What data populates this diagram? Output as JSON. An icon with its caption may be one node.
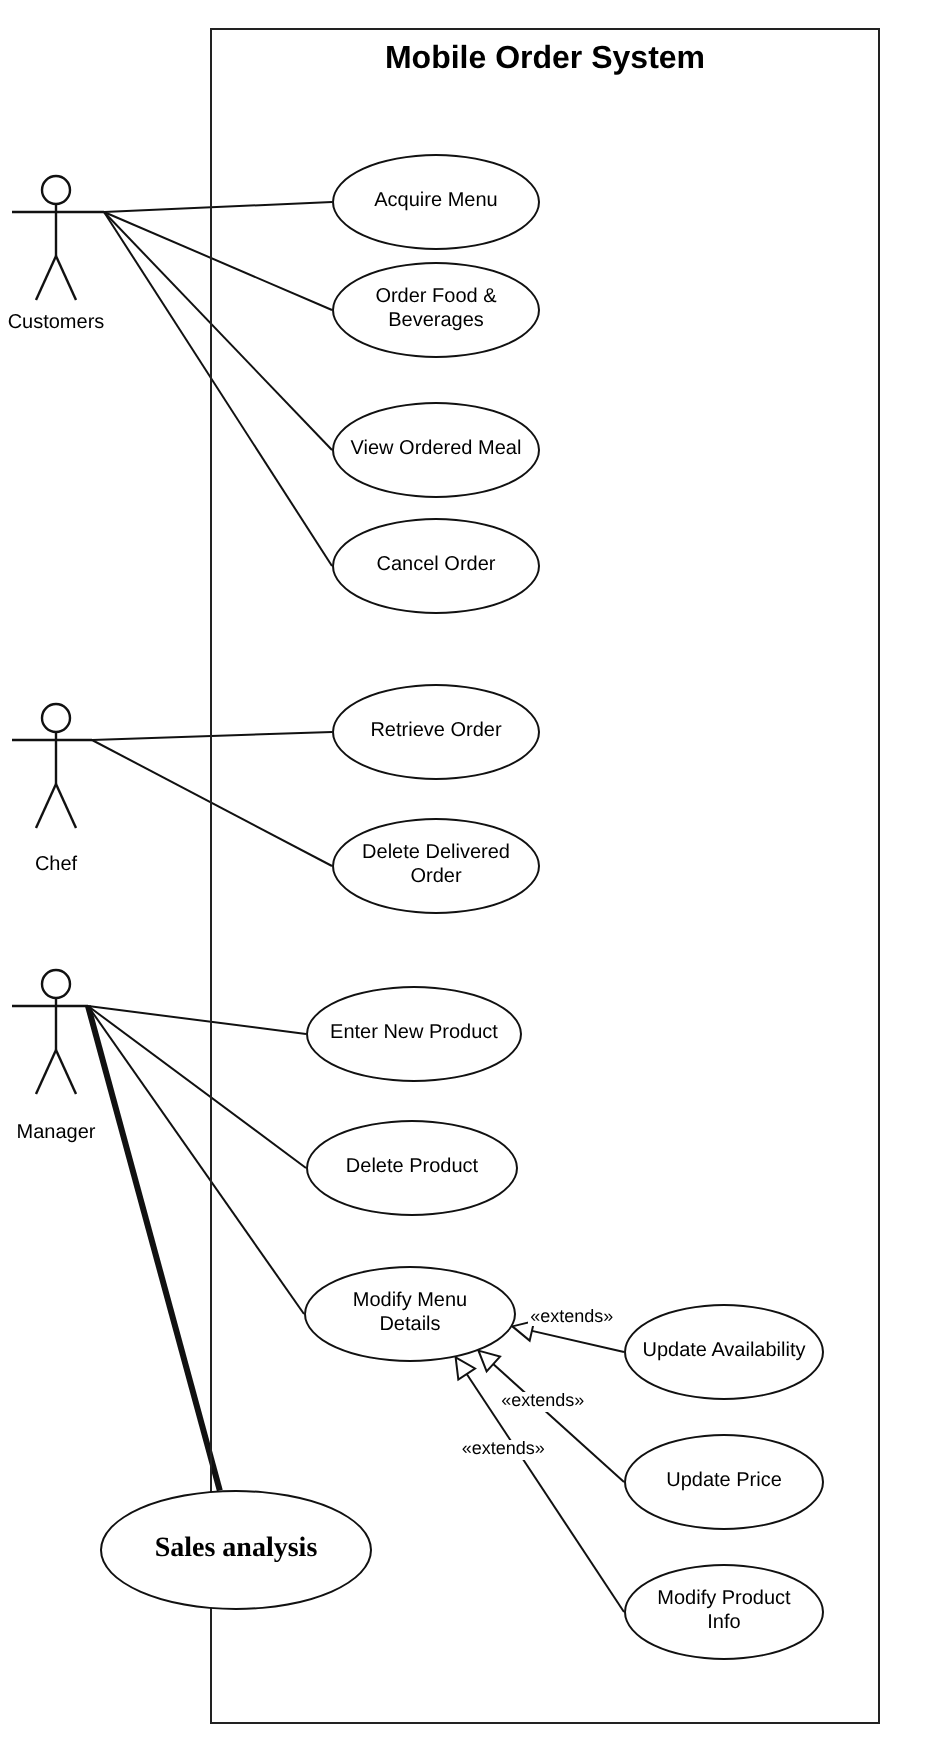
{
  "diagram": {
    "nodes": [
      {
        "text": [
          "Mobile Order System"
        ]
      },
      {
        "text": [
          "Customers"
        ]
      },
      {
        "text": [
          "Acquire Menu"
        ],
        "in": 0
      },
      {
        "text": [
          "Order Food & Beverages"
        ],
        "in": 0
      },
      {
        "text": [
          "View Ordered Meal"
        ],
        "in": 0
      },
      {
        "text": [
          "Cancel Order"
        ],
        "in": 0
      },
      {
        "text": [
          "Chef"
        ]
      },
      {
        "text": [
          "Retrieve Order"
        ],
        "in": 0
      },
      {
        "text": [
          "Delete Delivered Order"
        ],
        "in": 0
      },
      {
        "text": [
          "Manager"
        ]
      },
      {
        "text": [
          "Enter New Product"
        ],
        "in": 0
      },
      {
        "text": [
          "Delete Product"
        ],
        "in": 0
      },
      {
        "text": [
          "Modify Menu Details"
        ],
        "in": 0
      },
      {
        "text": [
          "Update Availability"
        ],
        "in": 0
      },
      {
        "text": [
          "Update Price"
        ],
        "in": 0
      },
      {
        "text": [
          "Sales analysis"
        ]
      },
      {
        "text": [
          "Modify Product Info"
        ],
        "in": 0
      }
    ],
    "edges": [
      {
        "from": 1,
        "to": 2,
        "arrow": "none"
      },
      {
        "from": 1,
        "to": 3,
        "arrow": "none"
      },
      {
        "from": 1,
        "to": 4,
        "arrow": "none"
      },
      {
        "from": 1,
        "to": 5,
        "arrow": "none"
      },
      {
        "from": 6,
        "to": 7,
        "arrow": "none"
      },
      {
        "from": 6,
        "to": 8,
        "arrow": "none"
      },
      {
        "from": 9,
        "to": 10,
        "arrow": "none"
      },
      {
        "from": 9,
        "to": 11,
        "arrow": "none"
      },
      {
        "from": 9,
        "to": 12,
        "arrow": "none"
      },
      {
        "from": 9,
        "to": 15,
        "arrow": "none",
        "style": "thick"
      },
      {
        "from": 13,
        "to": 12,
        "arrow": "to",
        "label": "«extends»"
      },
      {
        "from": 14,
        "to": 12,
        "arrow": "to",
        "label": "«extends»"
      },
      {
        "from": 16,
        "to": 12,
        "arrow": "to",
        "label": "«extends»"
      }
    ]
  }
}
